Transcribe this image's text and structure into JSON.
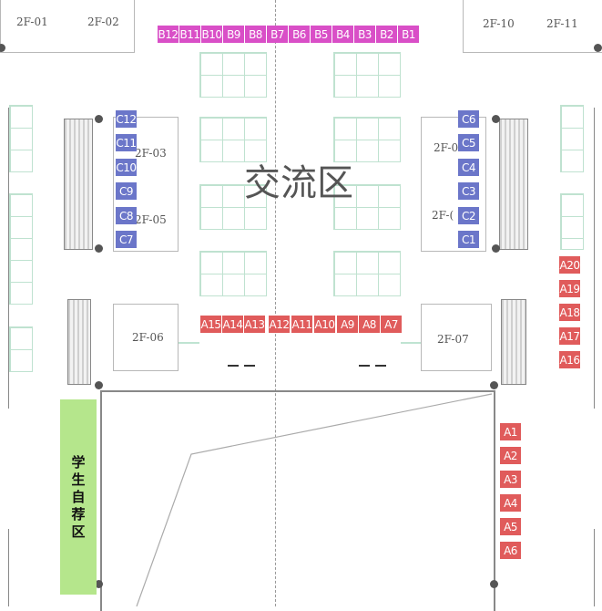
{
  "rooms": {
    "r01": "2F-01",
    "r02": "2F-02",
    "r03": "2F-03",
    "r05": "2F-05",
    "r06": "2F-06",
    "r07": "2F-07",
    "r10": "2F-10",
    "r11": "2F-11",
    "r04": "2F-0",
    "r08": "2F-("
  },
  "exchange_area": "交流区",
  "student_area": [
    "学",
    "生",
    "自",
    "荐",
    "区"
  ],
  "booths": {
    "b": [
      "B12",
      "B11",
      "B10",
      "B9",
      "B8",
      "B7",
      "B6",
      "B5",
      "B4",
      "B3",
      "B2",
      "B1"
    ],
    "c_left": [
      "C12",
      "C11",
      "C10",
      "C9",
      "C8",
      "C7"
    ],
    "c_right": [
      "C6",
      "C5",
      "C4",
      "C3",
      "C2",
      "C1"
    ],
    "a_middle": [
      "A15",
      "A14",
      "A13",
      "A12",
      "A11",
      "A10",
      "A9",
      "A8",
      "A7"
    ],
    "a_right_upper": [
      "A20",
      "A19",
      "A18",
      "A17",
      "A16"
    ],
    "a_right_lower": [
      "A1",
      "A2",
      "A3",
      "A4",
      "A5",
      "A6"
    ]
  },
  "colors": {
    "booth_b": "#d94fc7",
    "booth_c": "#6b76c9",
    "booth_a": "#e05b5b",
    "student_area": "#b5e68c"
  }
}
